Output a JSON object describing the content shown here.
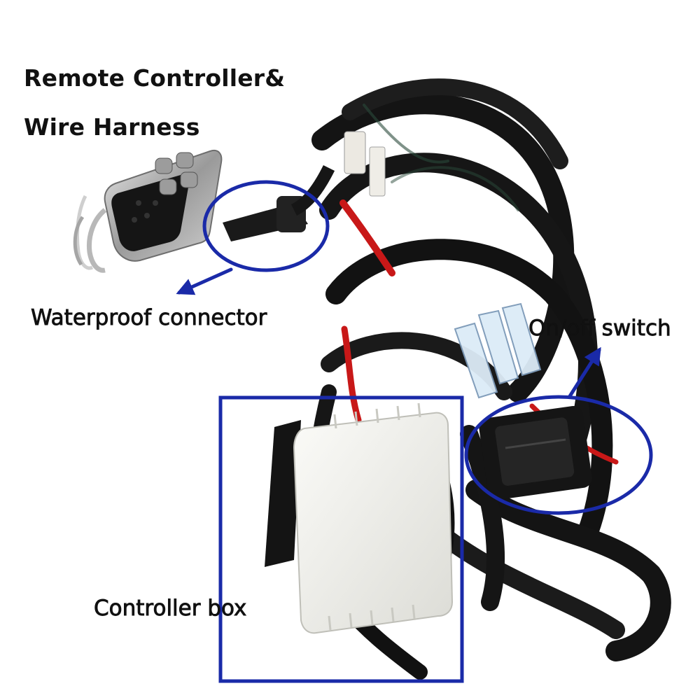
{
  "title": {
    "line1": "Remote Controller&",
    "line2": "Wire Harness"
  },
  "callouts": {
    "waterproof_connector": "Waterproof connector",
    "on_off_switch": "On/off switch",
    "controller_box": "Controller box"
  },
  "colors": {
    "annotation_blue": "#1a2aa8",
    "cable_black": "#141414",
    "box_white": "#f1f1ee",
    "wire_red": "#c81818",
    "background": "#ffffff"
  }
}
